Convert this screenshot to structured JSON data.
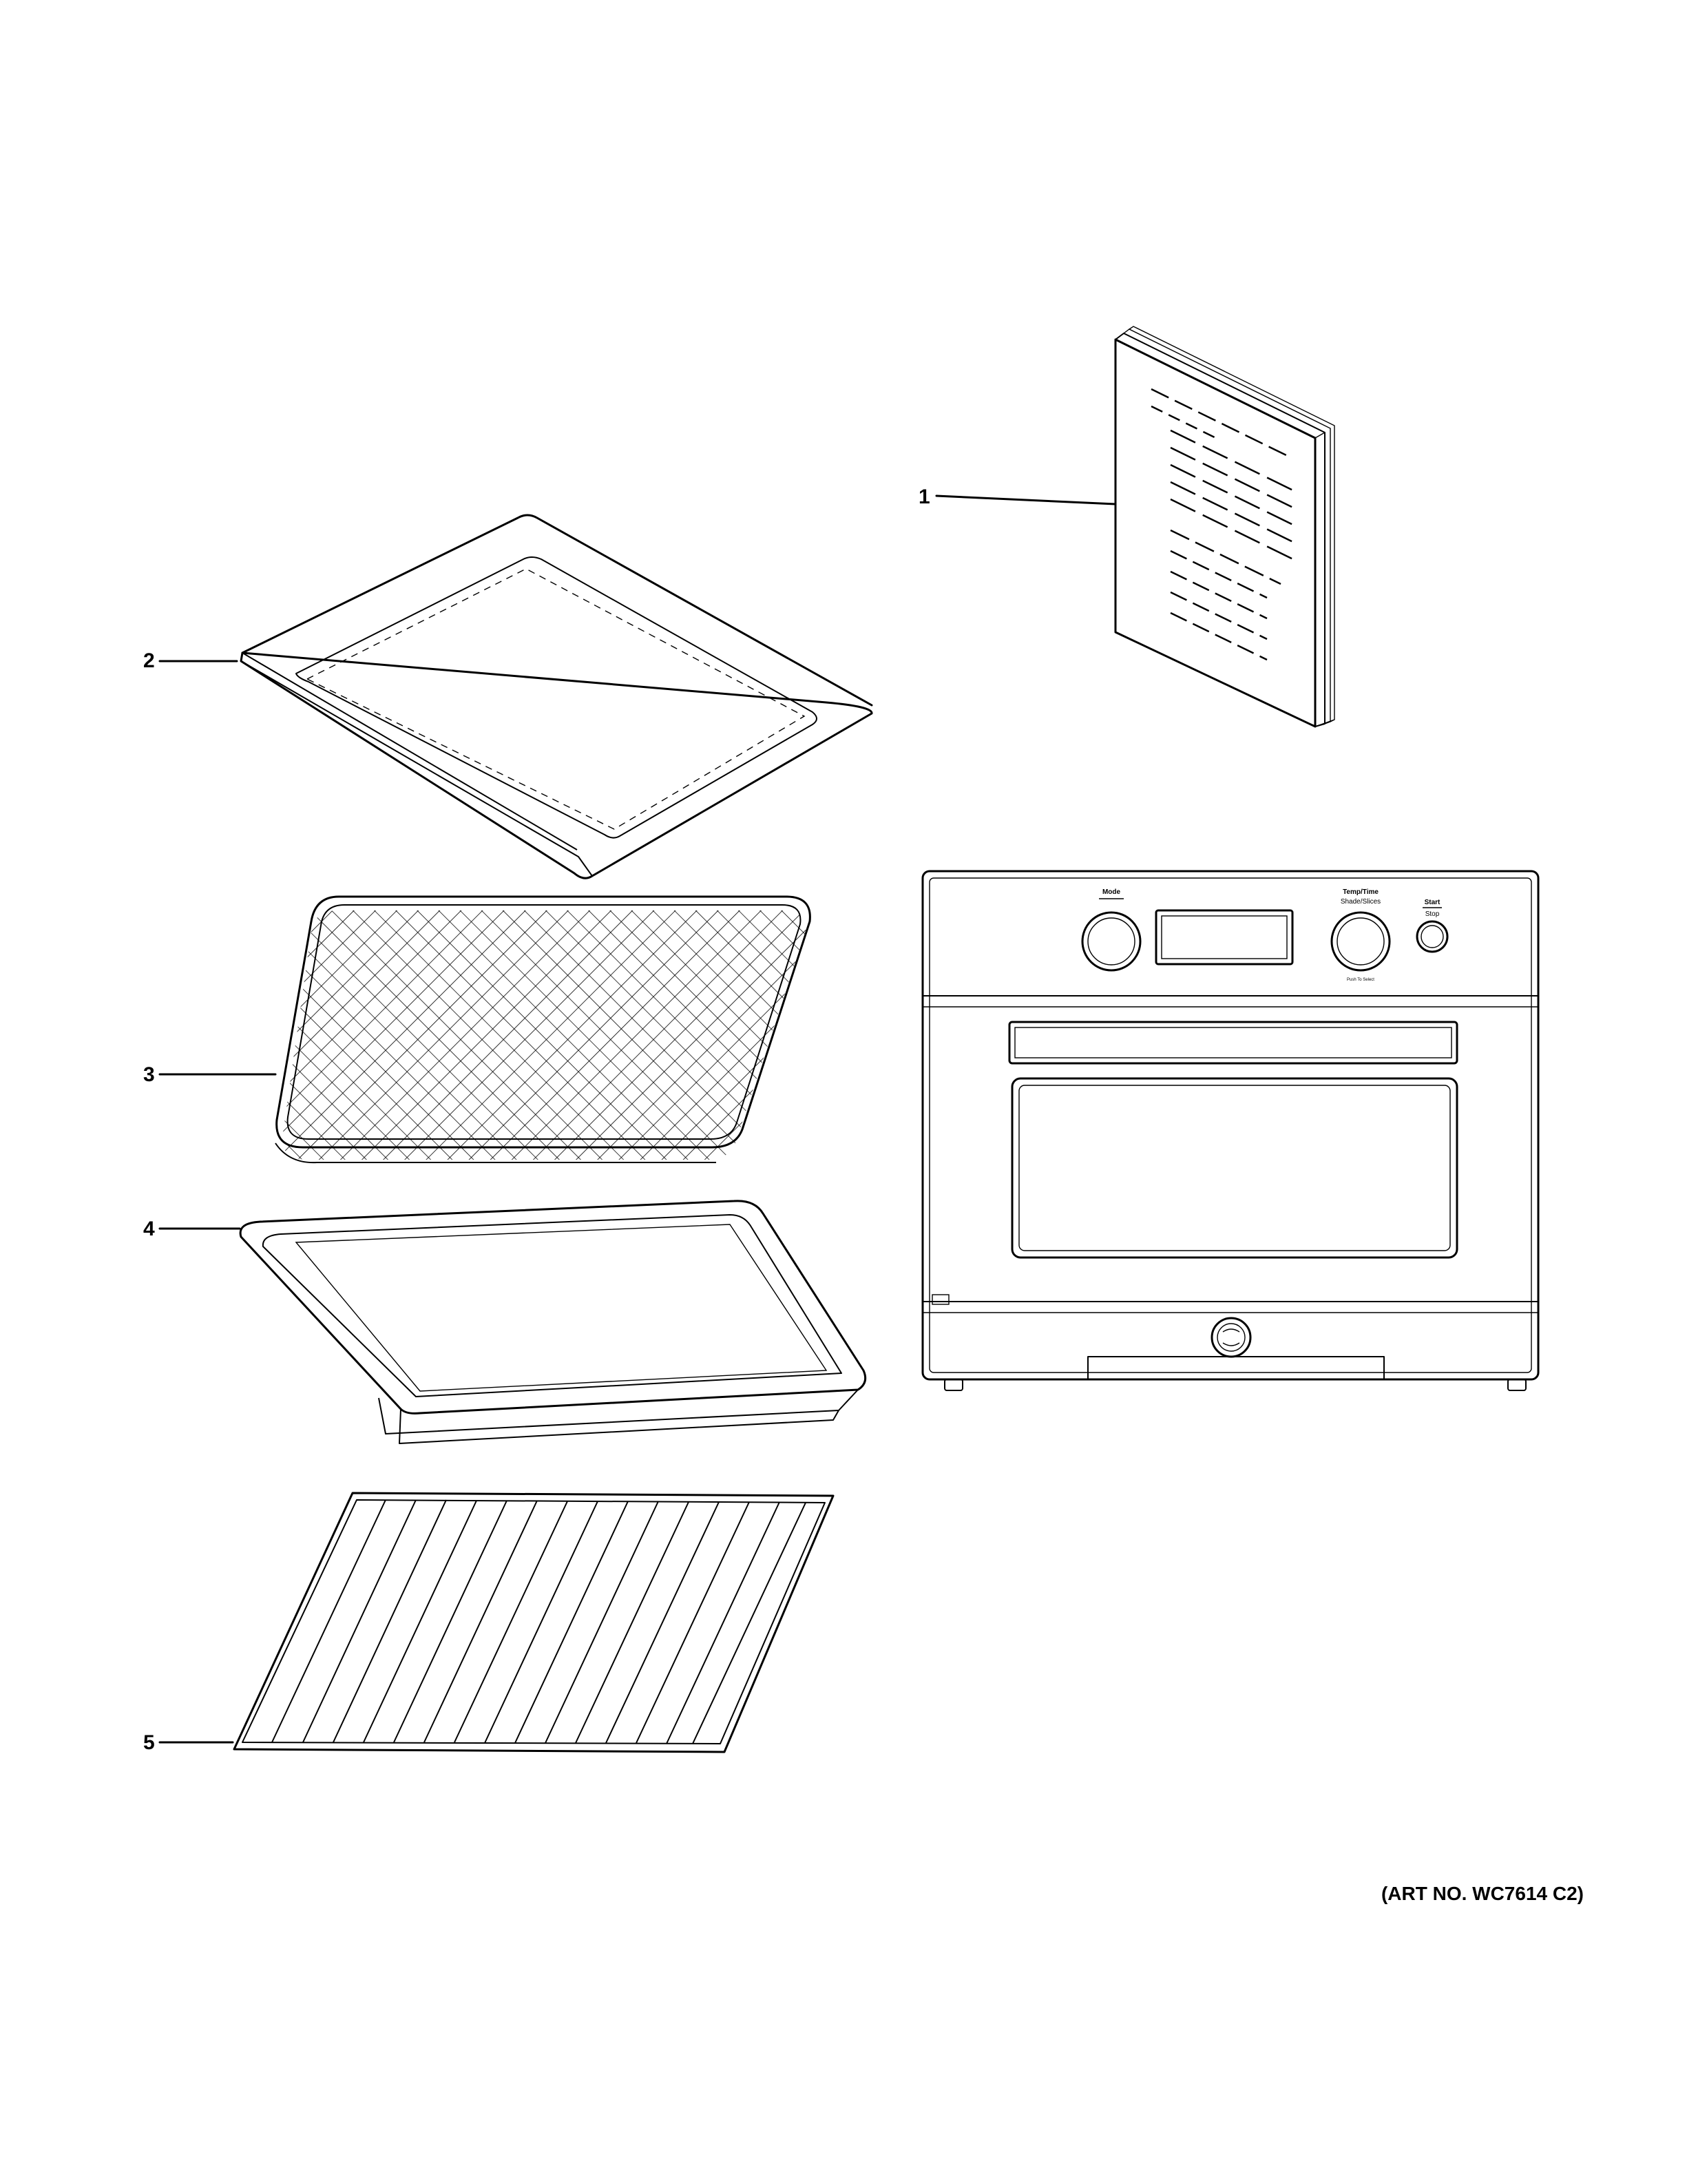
{
  "callouts": [
    {
      "number": "1",
      "part": "manual"
    },
    {
      "number": "2",
      "part": "crumb-tray"
    },
    {
      "number": "3",
      "part": "air-fry-basket"
    },
    {
      "number": "4",
      "part": "baking-pan"
    },
    {
      "number": "5",
      "part": "wire-rack"
    }
  ],
  "oven_labels": {
    "mode": "Mode",
    "temp_time": "Temp/Time",
    "shade_slices": "Shade/Slices",
    "start": "Start",
    "stop": "Stop",
    "push_to_select": "Push To Select"
  },
  "art_number": "(ART NO. WC7614 C2)"
}
